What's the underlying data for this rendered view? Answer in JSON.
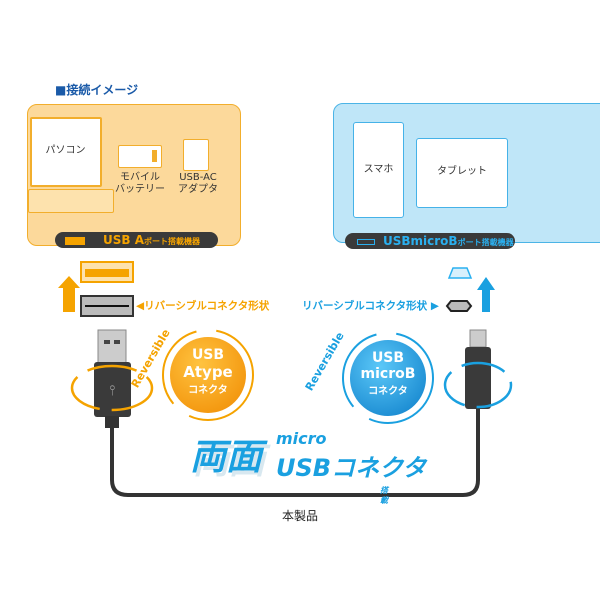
{
  "title": "■接続イメージ",
  "usb_a_panel": {
    "devices": [
      "パソコン",
      "モバイル\nバッテリー",
      "USB-AC\nアダプタ"
    ],
    "pill_main": "USB A",
    "pill_sub": "ポート搭載機器"
  },
  "micro_b_panel": {
    "devices": [
      "スマホ",
      "タブレット"
    ],
    "pill_main": "USBmicroB",
    "pill_sub": "ポート搭載機器"
  },
  "reversible_shape_left": "◀リバーシブルコネクタ形状",
  "reversible_shape_right": "リバーシブルコネクタ形状 ▶",
  "badge_a": {
    "arc": "Reversible",
    "line1": "USB",
    "line2": "Atype",
    "line3": "コネクタ"
  },
  "badge_b": {
    "arc": "Reversible",
    "line1": "USB",
    "line2": "microB",
    "line3": "コネクタ"
  },
  "headline": {
    "big": "両面",
    "micro": "micro",
    "main": "USBコネクタ",
    "sub": "搭載"
  },
  "product_label": "本製品",
  "colors": {
    "orange": "#f5a300",
    "blue": "#1aa0e0",
    "navy": "#1a5aa8"
  }
}
